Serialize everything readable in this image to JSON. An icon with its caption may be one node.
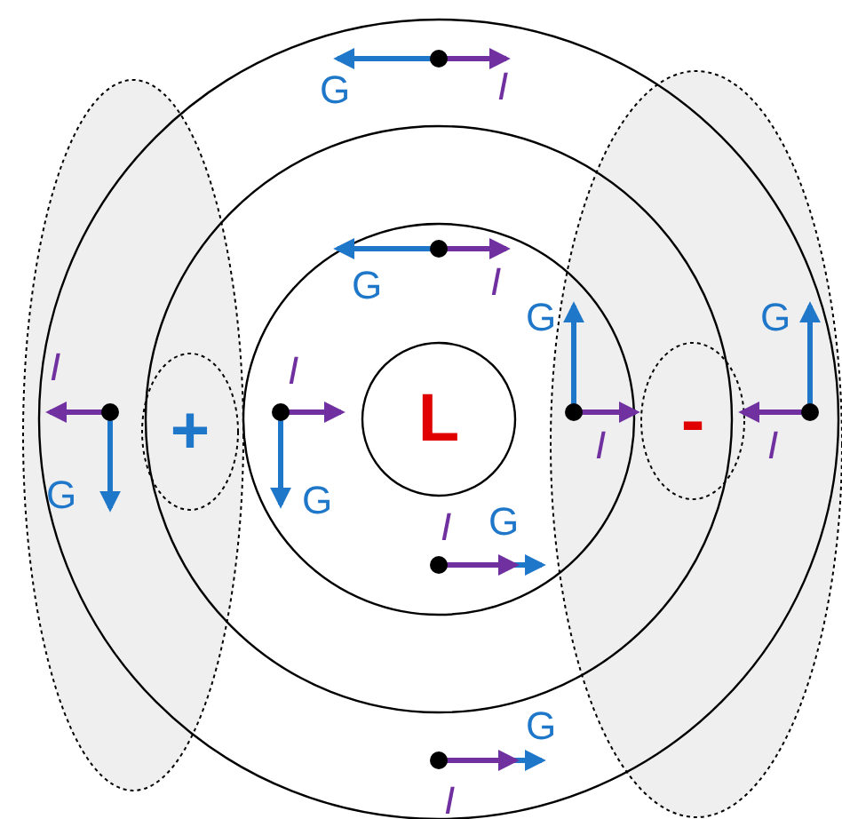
{
  "diagram": {
    "nodes": [
      {
        "text": [
          "L"
        ]
      },
      {
        "text": [
          "+"
        ]
      },
      {
        "text": [
          "-"
        ]
      }
    ],
    "labels": [
      "G",
      "I",
      "G",
      "I",
      "G",
      "G",
      "I",
      "I",
      "I",
      "I",
      "G",
      "G",
      "I",
      "G",
      "G",
      "I"
    ]
  }
}
